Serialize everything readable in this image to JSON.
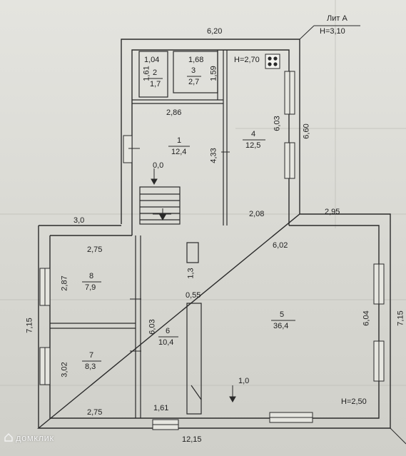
{
  "header": {
    "lit": "Лит А",
    "height": "H=3,10"
  },
  "outer_dims": {
    "top": "6,20",
    "upper_right": "6,60",
    "left_step": "3,0",
    "right_step": "2,95",
    "left_side": "7,15",
    "right_side": "7,15",
    "bottom": "12,15"
  },
  "rooms": [
    {
      "num": "2",
      "area": "1,7"
    },
    {
      "num": "3",
      "area": "2,7"
    },
    {
      "num": "4",
      "area": "12,5"
    },
    {
      "num": "1",
      "area": "12,4"
    },
    {
      "num": "8",
      "area": "7,9"
    },
    {
      "num": "7",
      "area": "8,3"
    },
    {
      "num": "6",
      "area": "10,4"
    },
    {
      "num": "5",
      "area": "36,4"
    }
  ],
  "inner_dims": {
    "r2_w": "1,04",
    "r2_h": "1,61",
    "r3_w": "1,68",
    "r3_h": "1,59",
    "r4_h": "H=2,70",
    "r1_w": "2,86",
    "r4_len": "6,03",
    "r1_len": "4,33",
    "r4_bottom": "2,08",
    "r8_w": "2,75",
    "r5_w": "6,02",
    "r8_h": "2,87",
    "r6_len": "6,03",
    "r5_h": "6,04",
    "r7_h": "3,02",
    "r7_w": "2,75",
    "r6_w": "1,61",
    "corr_w": "1,3",
    "corr_h": "0,55",
    "level_0": "0,0",
    "level_1": "1,0",
    "r5_ceiling": "H=2,50"
  },
  "watermark": "домклик"
}
